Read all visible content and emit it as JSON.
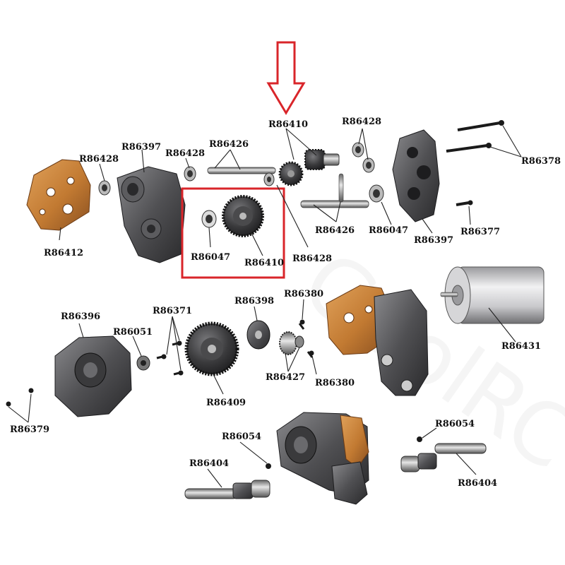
{
  "diagram": {
    "highlight": {
      "stroke": "#d9252a",
      "arrow": "#d9252a"
    },
    "colors": {
      "copper": "#c8843a",
      "gear": "#2f2f31",
      "housing": "#4a4a4c",
      "steel": "#b9b9bc"
    },
    "parts": {
      "R86410_top": "R86410",
      "R86428_a": "R86428",
      "R86397_a": "R86397",
      "R86428_b": "R86428",
      "R86426_a": "R86426",
      "R86428_c": "R86428",
      "R86378": "R86378",
      "R86412": "R86412",
      "R86047_box": "R86047",
      "R86410_box": "R86410",
      "R86428_d": "R86428",
      "R86426_b": "R86426",
      "R86047_b": "R86047",
      "R86397_b": "R86397",
      "R86377": "R86377",
      "R86396": "R86396",
      "R86371": "R86371",
      "R86398": "R86398",
      "R86380_a": "R86380",
      "R86051": "R86051",
      "R86431": "R86431",
      "R86427": "R86427",
      "R86380_b": "R86380",
      "R86409": "R86409",
      "R86379": "R86379",
      "R86054_a": "R86054",
      "R86054_b": "R86054",
      "R86404_a": "R86404",
      "R86404_b": "R86404"
    }
  }
}
